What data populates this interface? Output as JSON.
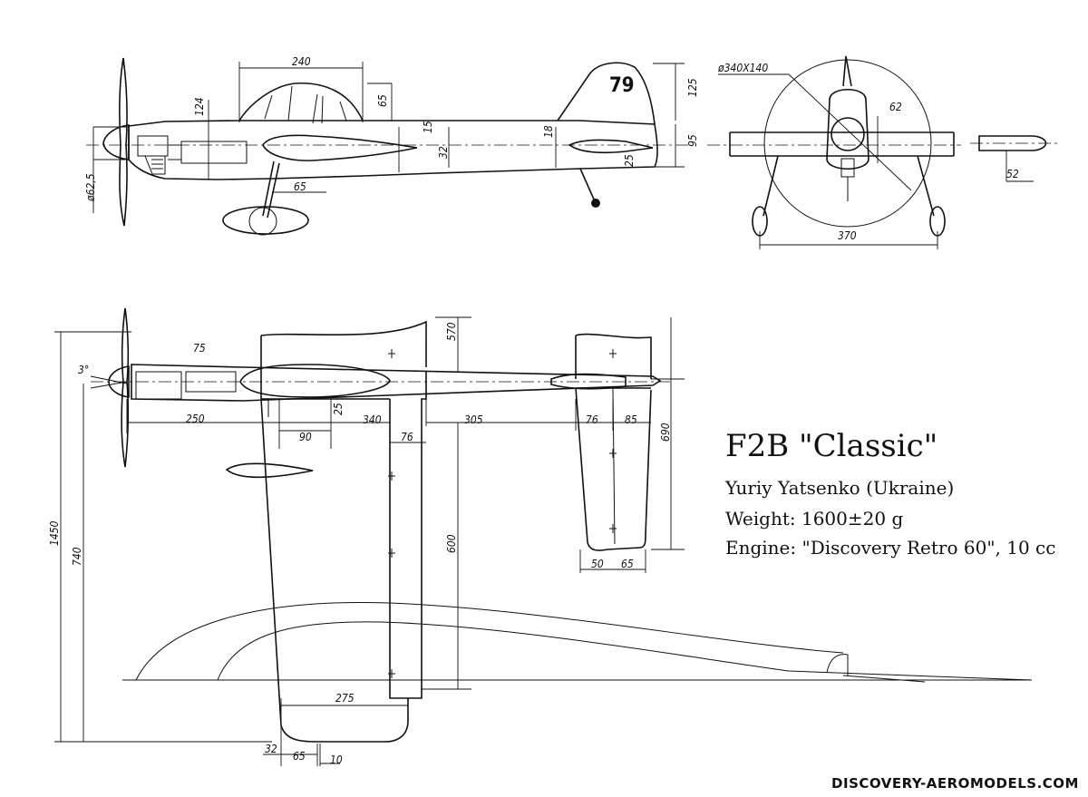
{
  "info": {
    "title": "F2B \"Classic\"",
    "author": "Yuriy Yatsenko (Ukraine)",
    "weight": "Weight: 1600±20 g",
    "engine": "Engine: \"Discovery Retro 60\", 10 cc"
  },
  "website": "DISCOVERY-AEROMODELS.COM",
  "tail_number": "79",
  "dims": {
    "canopy_len": "240",
    "canopy_h": "65",
    "fin_h": "125",
    "fus_rear_h": "95",
    "fus_h": "124",
    "tail_h": "18",
    "d15": "15",
    "d32": "32",
    "d25a": "25",
    "spinner": "ø62,5",
    "gear_pos": "65",
    "wheel": "ø340X140",
    "gear_h": "62",
    "track": "370",
    "stab_thick": "52",
    "angle": "3°",
    "d75": "75",
    "nose": "250",
    "d90": "90",
    "d25b": "25",
    "d340": "340",
    "d76a": "76",
    "d305": "305",
    "stab76": "76",
    "stab85": "85",
    "stab690": "690",
    "d570": "570",
    "span": "1450",
    "half": "740",
    "flap": "600",
    "tip": "275",
    "t32": "32",
    "t65": "65",
    "t10": "10",
    "s50": "50",
    "s65": "65"
  }
}
